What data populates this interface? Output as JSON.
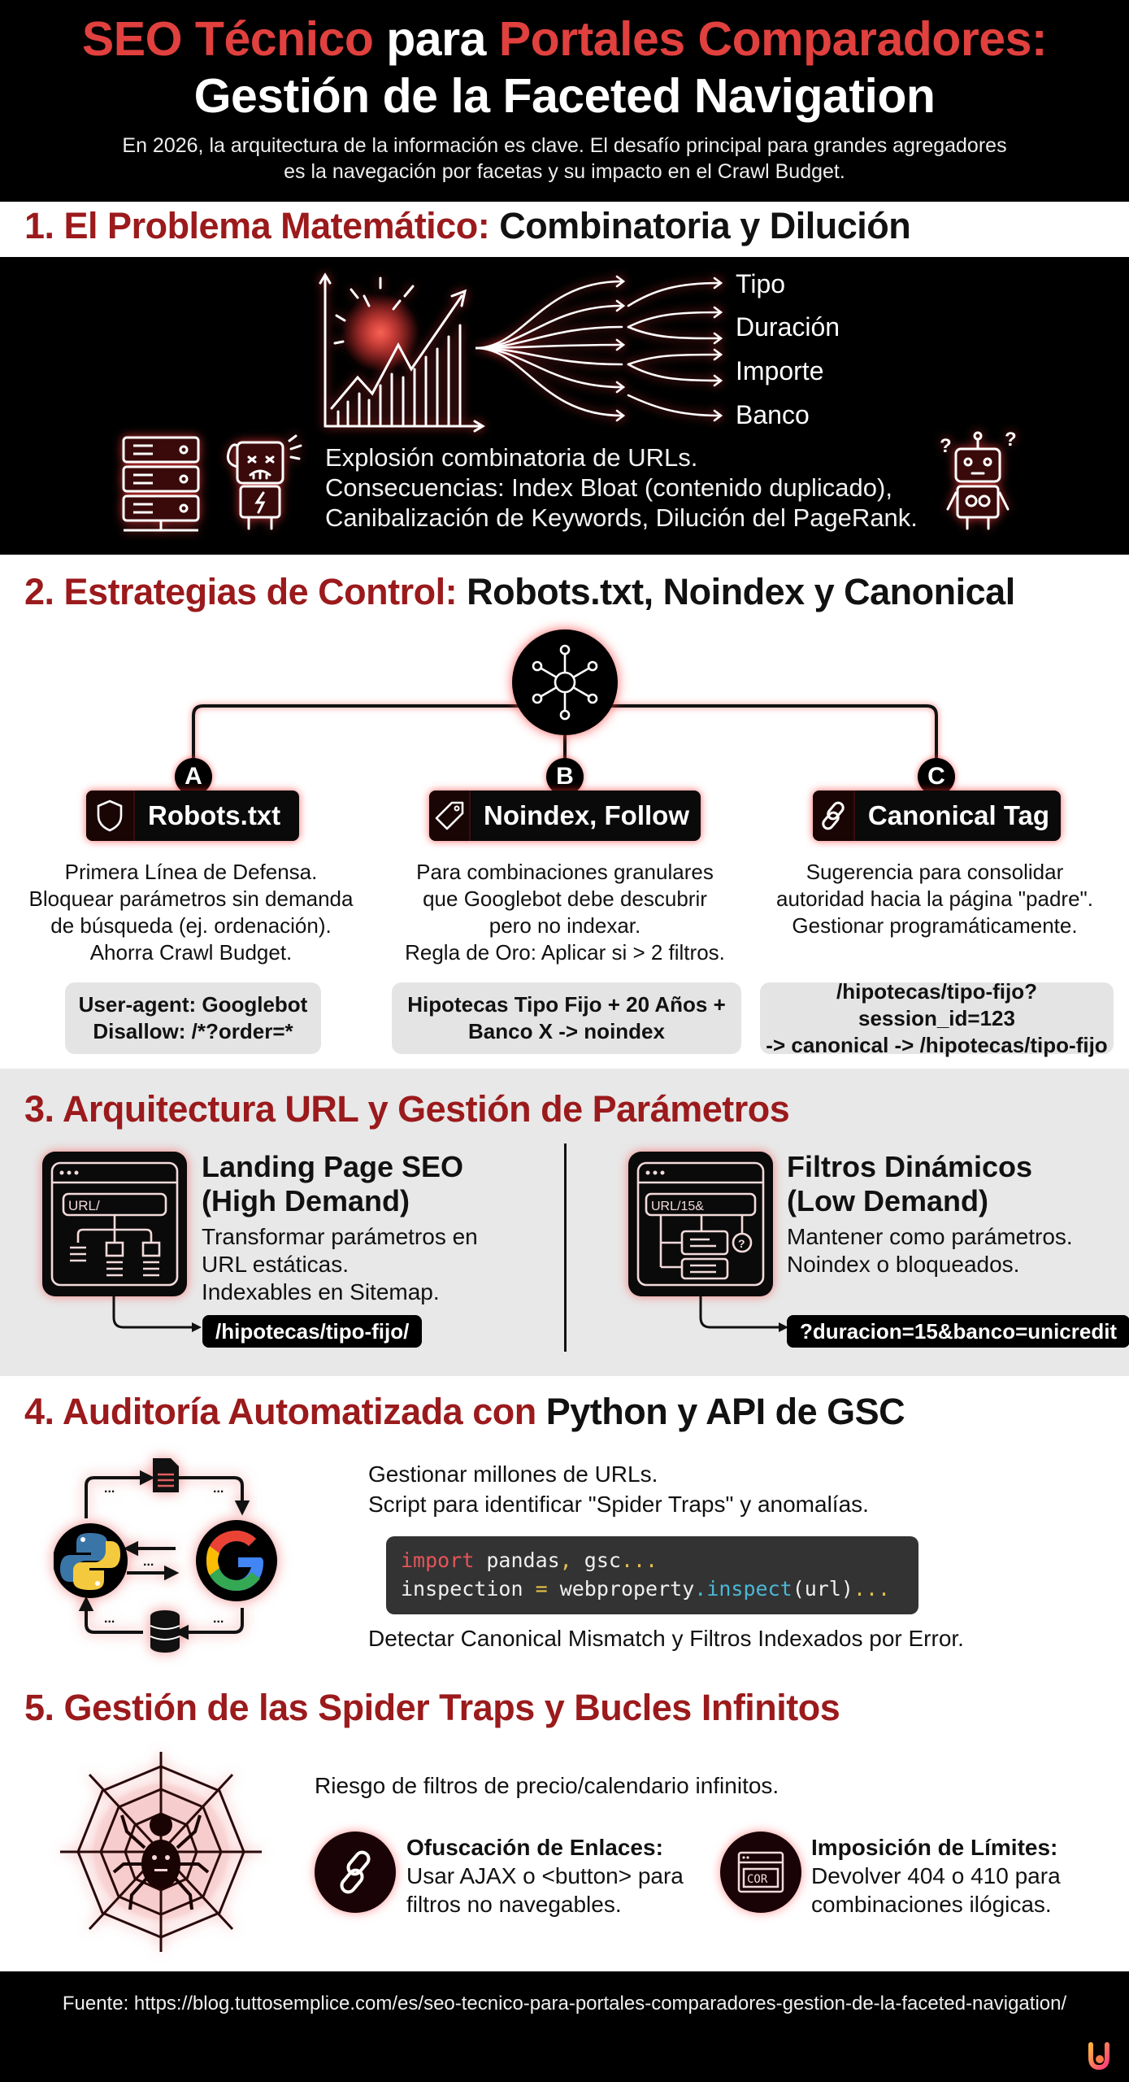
{
  "header": {
    "title_line1": [
      {
        "text": "SEO Técnico",
        "style": "red"
      },
      {
        "text": " para ",
        "style": "white"
      },
      {
        "text": "Portales Comparadores:",
        "style": "red"
      }
    ],
    "title_line1_part1": "SEO Técnico",
    "title_line1_part2": " para ",
    "title_line1_part3": "Portales Comparadores:",
    "title_line2": "Gestión de la Faceted Navigation",
    "subtitle": "En 2026, la arquitectura de la información es clave. El desafío principal para grandes agregadores es la navegación por facetas y su impacto en el Crawl Budget."
  },
  "section1": {
    "title_accent": "1. El Problema Matemático:",
    "title_rest": " Combinatoria y Dilución",
    "facets": [
      "Tipo",
      "Duración",
      "Importe",
      "Banco"
    ],
    "text_lines": [
      "Explosión combinatoria de URLs.",
      "Consecuencias: Index Bloat (contenido duplicado),",
      "Canibalización de Keywords, Dilución del PageRank."
    ],
    "icons": [
      "exploding-chart-icon",
      "branching-arrows-icon",
      "server-stack-icon",
      "stressed-robot-icon",
      "confused-robot-icon"
    ]
  },
  "section2": {
    "title_accent": "2. Estrategias de Control:",
    "title_rest": " Robots.txt, Noindex y Canonical",
    "hub_icon": "network-hub-icon",
    "strategies": [
      {
        "letter": "A",
        "label": "Robots.txt",
        "icon": "shield-icon",
        "description": [
          "Primera Línea de Defensa.",
          "Bloquear parámetros sin demanda",
          "de búsqueda (ej. ordenación).",
          "Ahorra Crawl Budget."
        ],
        "example": [
          "User-agent: Googlebot",
          "Disallow: /*?order=*"
        ]
      },
      {
        "letter": "B",
        "label": "Noindex, Follow",
        "icon": "tag-icon",
        "description": [
          "Para combinaciones granulares",
          "que Googlebot debe descubrir",
          "pero no indexar.",
          "Regla de Oro: Aplicar si > 2 filtros."
        ],
        "example": [
          "Hipotecas Tipo Fijo + 20 Años +",
          "Banco X -> noindex"
        ]
      },
      {
        "letter": "C",
        "label": "Canonical Tag",
        "icon": "link-icon",
        "description": [
          "Sugerencia para consolidar",
          "autoridad hacia la página \"padre\".",
          "Gestionar programáticamente."
        ],
        "example": [
          "/hipotecas/tipo-fijo?session_id=123",
          "-> canonical -> /hipotecas/tipo-fijo"
        ]
      }
    ]
  },
  "section3": {
    "title": "3. Arquitectura URL y Gestión de Parámetros",
    "left": {
      "title": [
        "Landing Page SEO",
        "(High Demand)"
      ],
      "description": [
        "Transformar parámetros en",
        "URL estáticas.",
        "Indexables en Sitemap."
      ],
      "url": "/hipotecas/tipo-fijo/",
      "icon_label": "URL/"
    },
    "right": {
      "title": [
        "Filtros Dinámicos",
        "(Low Demand)"
      ],
      "description": [
        "Mantener como parámetros.",
        "Noindex o bloqueados."
      ],
      "url": "?duracion=15&banco=unicredit",
      "icon_label": "URL/15&"
    }
  },
  "section4": {
    "title_accent": "4. Auditoría Automatizada con",
    "title_rest": " Python y API de GSC",
    "lines": [
      "Gestionar millones de URLs.",
      "Script para identificar \"Spider Traps\" y anomalías."
    ],
    "code": {
      "line1": {
        "kw": "import",
        "rest": " pandas",
        "comma": ",",
        "rest2": " gsc",
        "dots": "..."
      },
      "line2": {
        "a": "inspection ",
        "eq": "=",
        "b": " webproperty",
        "dot": ".",
        "fn": "inspect",
        "c": "(url)",
        "dots": "..."
      }
    },
    "footer_line": "Detectar Canonical Mismatch y Filtros Indexados por Error.",
    "icons": [
      "python-logo-icon",
      "google-logo-icon",
      "document-icon",
      "database-icon",
      "cycle-arrows-icon"
    ]
  },
  "section5": {
    "title": "5. Gestión de las Spider Traps y Bucles Infinitos",
    "intro": "Riesgo de filtros de precio/calendario infinitos.",
    "items": [
      {
        "icon": "chain-link-icon",
        "title": "Ofuscación de Enlaces:",
        "lines": [
          "Usar AJAX o <button> para",
          "filtros no navegables."
        ]
      },
      {
        "icon": "browser-window-cor-icon",
        "title": "Imposición de Límites:",
        "lines": [
          "Devolver 404 o 410 para",
          "combinaciones ilógicas."
        ],
        "icon_text": "COR"
      }
    ]
  },
  "footer": {
    "source": "Fuente: https://blog.tuttosemplice.com/es/seo-tecnico-para-portales-comparadores-gestion-de-la-faceted-navigation/",
    "logo": "tuttosemplice-logo-icon"
  },
  "colors": {
    "accent_red": "#e0403e",
    "dark_red": "#9b1a1c",
    "black": "#000000",
    "light_gray": "#e8e8e8",
    "code_bg": "#333333"
  }
}
